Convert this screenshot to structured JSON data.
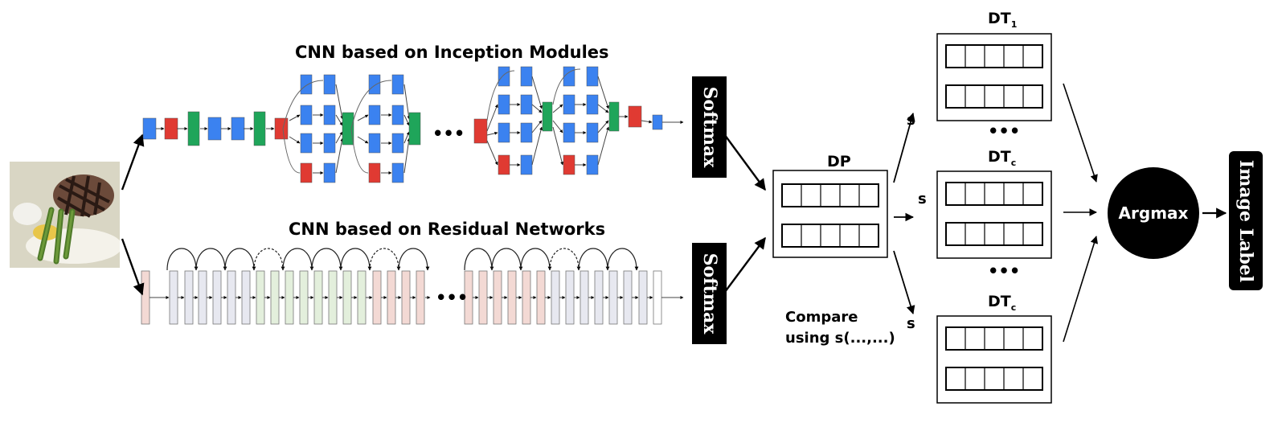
{
  "titles": {
    "inception": "CNN based on Inception Modules",
    "resnet": "CNN based on Residual Networks"
  },
  "softmax_top": "Softmax",
  "softmax_bottom": "Softmax",
  "dp_label": "DP",
  "dt": {
    "top_main": "DT",
    "top_sub": "1",
    "mid_main": "DT",
    "mid_sub": "c",
    "bot_main": "DT",
    "bot_sub": "c"
  },
  "s_labels": [
    "s",
    "s",
    "s"
  ],
  "compare_line1": "Compare",
  "compare_line2": "using s(...,...)",
  "argmax": "Argmax",
  "image_label": "Image Label",
  "ellipsis": "•••",
  "colors": {
    "blue": "#3b82f0",
    "red": "#e03a32",
    "green": "#1fa55a",
    "res_pink": "#f3d9d4",
    "res_green": "#e3efdc",
    "res_grey": "#e7e8f0"
  }
}
